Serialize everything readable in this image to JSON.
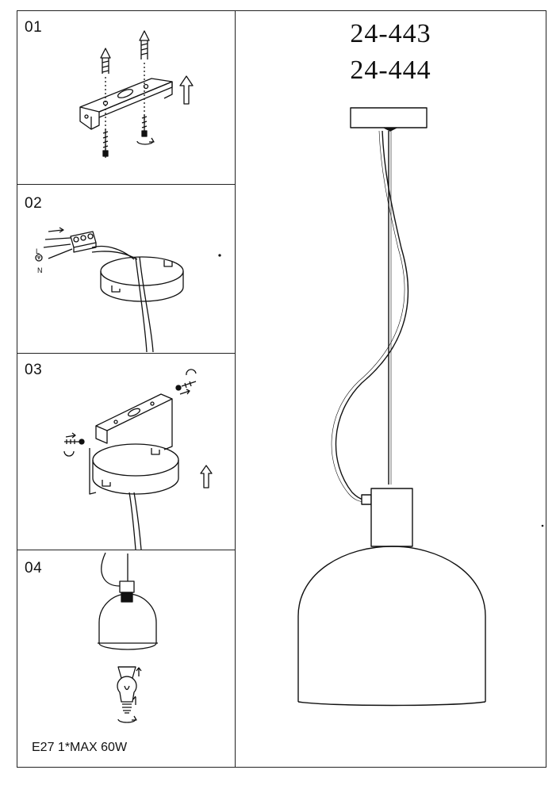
{
  "steps": [
    {
      "label": "01"
    },
    {
      "label": "02"
    },
    {
      "label": "03"
    },
    {
      "label": "04"
    }
  ],
  "models": [
    "24-443",
    "24-444"
  ],
  "wire_labels": {
    "live": "L",
    "neutral": "N"
  },
  "spec": "E27 1*MAX 60W"
}
